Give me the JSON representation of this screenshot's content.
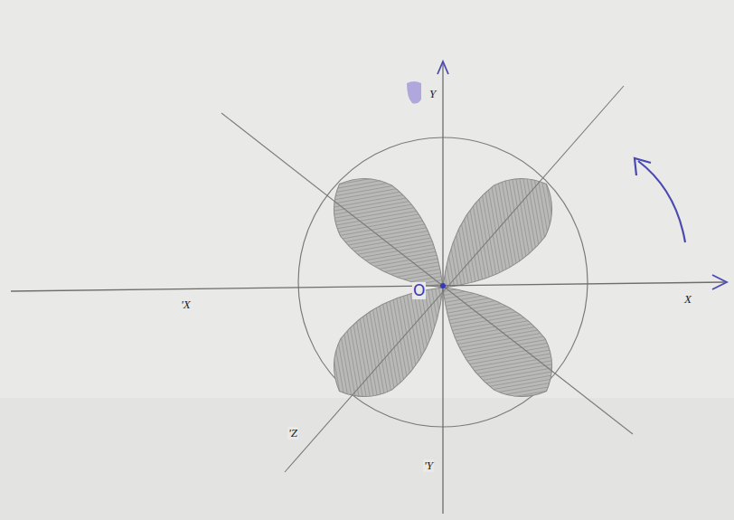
{
  "diagram": {
    "labels": [
      "Y",
      "X",
      "'X",
      "'Y",
      "'Z",
      "O"
    ]
  }
}
